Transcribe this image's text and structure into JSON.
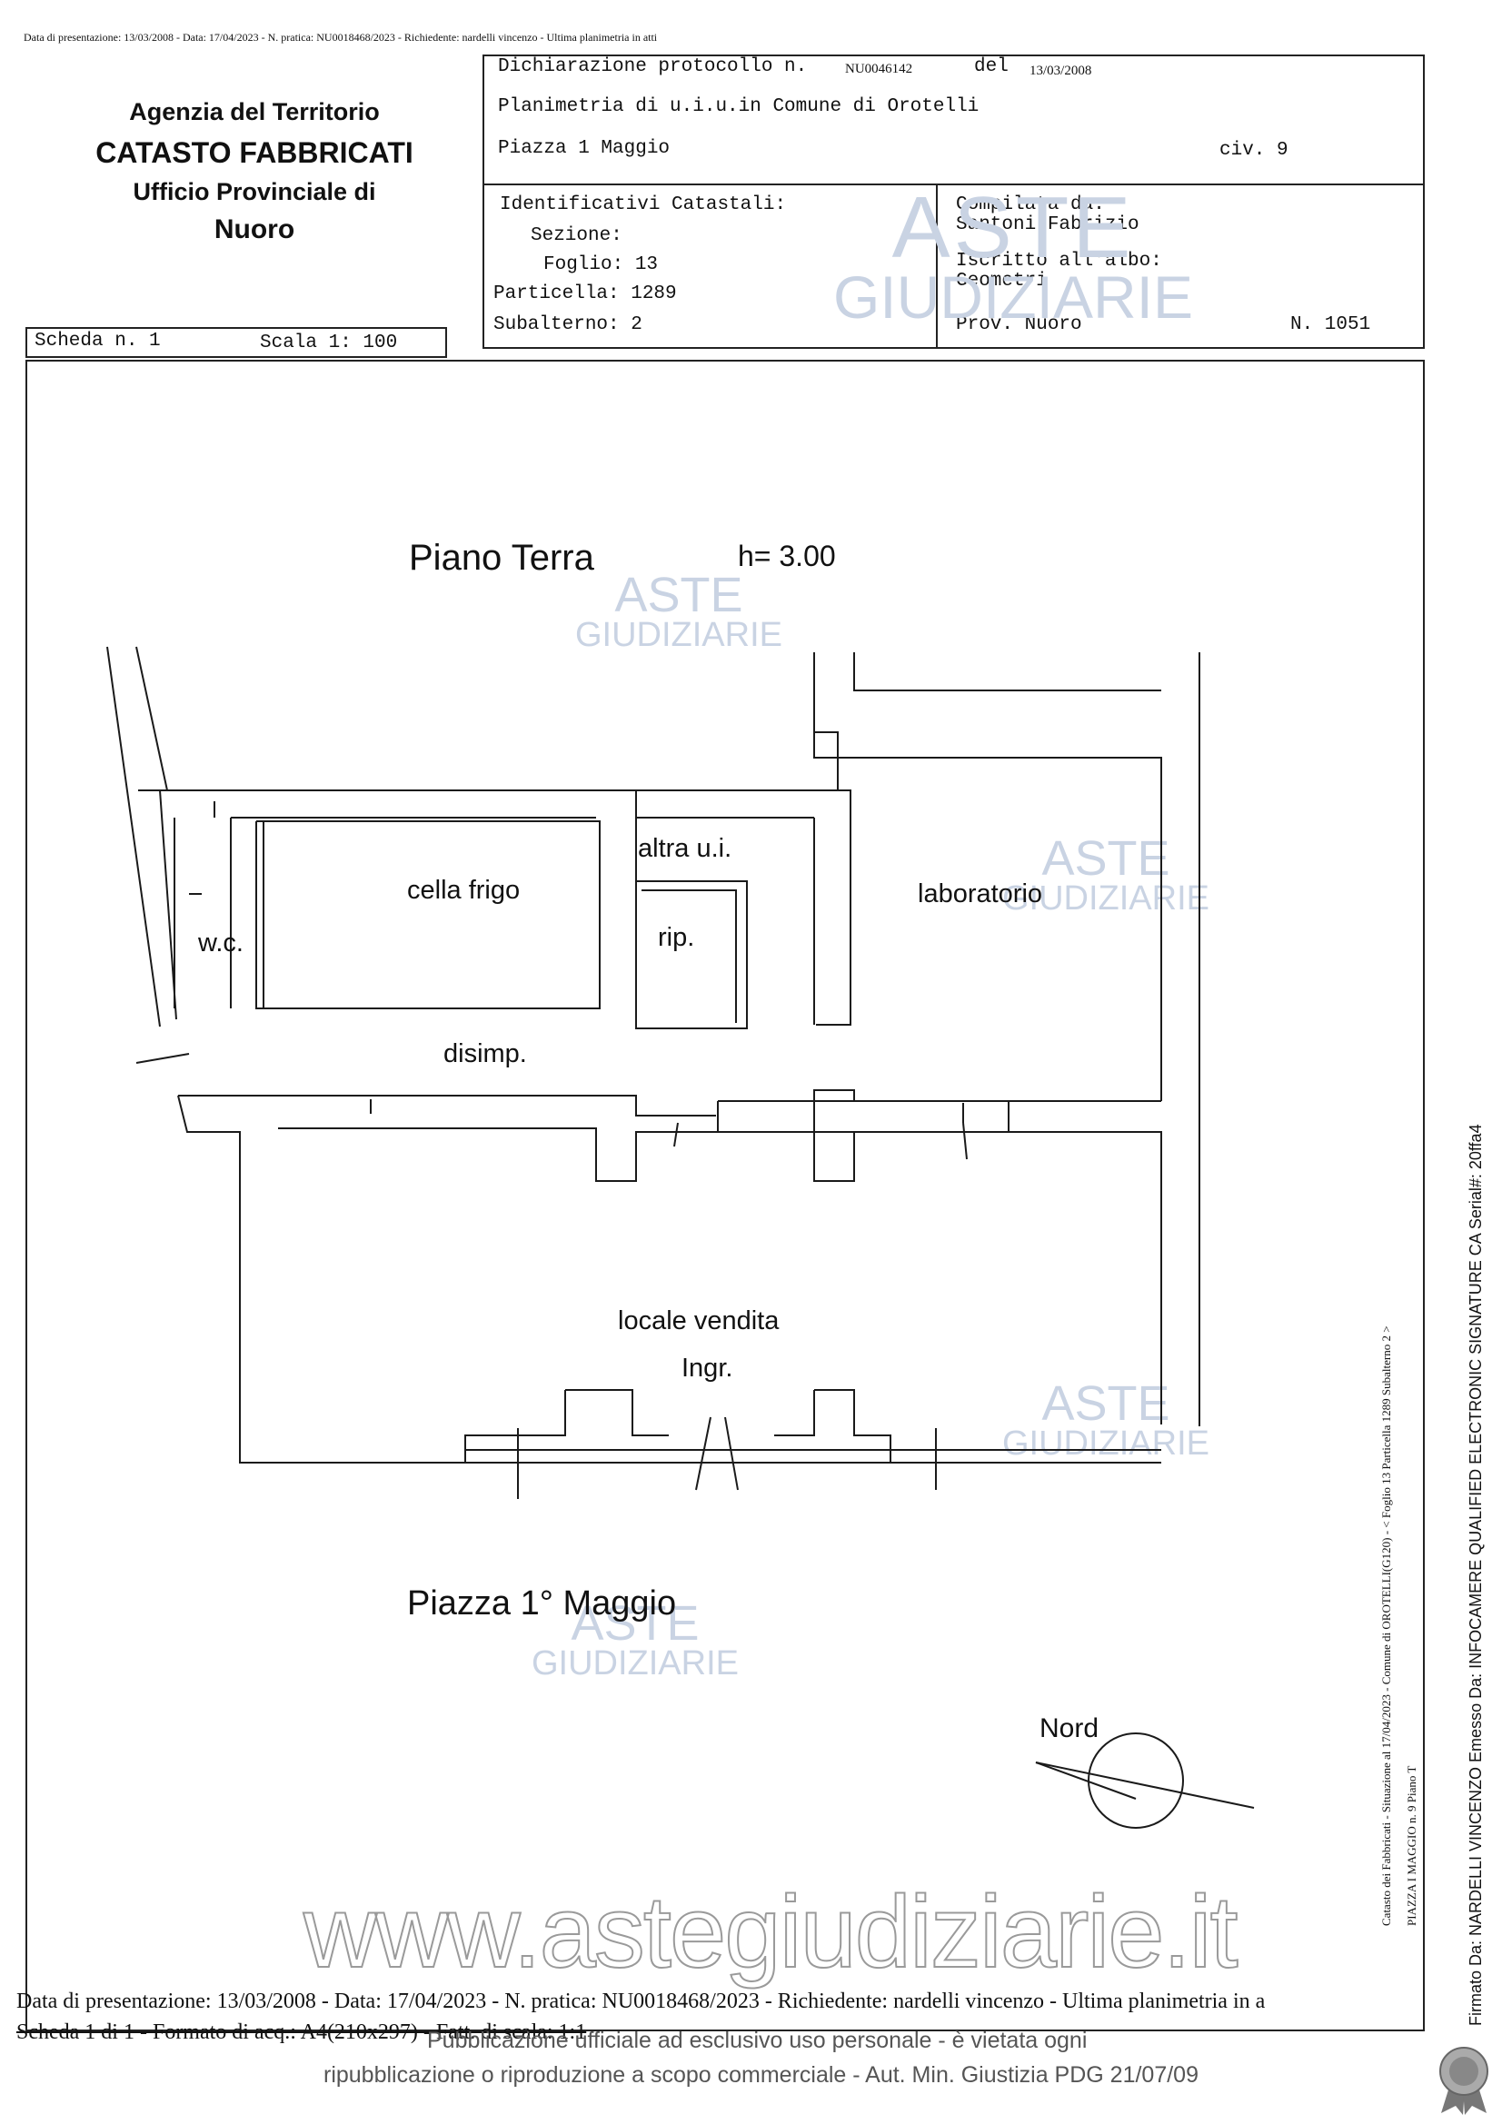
{
  "top_line": "Data di presentazione: 13/03/2008 - Data: 17/04/2023 - N. pratica: NU0018468/2023 - Richiedente: nardelli vincenzo - Ultima planimetria in atti",
  "agency": {
    "line1": "Agenzia del Territorio",
    "line2": "CATASTO FABBRICATI",
    "line3": "Ufficio Provinciale di",
    "line4": "Nuoro"
  },
  "header": {
    "dichiarazione_label": "Dichiarazione protocollo n.",
    "protocollo": "NU0046142",
    "del_label": "del",
    "del_date": "13/03/2008",
    "planimetria": "Planimetria di u.i.u.in Comune di Orotelli",
    "address": "Piazza 1 Maggio",
    "civ": "civ. 9"
  },
  "identificativi": {
    "title": "Identificativi Catastali:",
    "sezione": "Sezione:",
    "foglio": "Foglio: 13",
    "particella": "Particella: 1289",
    "subalterno": "Subalterno: 2"
  },
  "compilata": {
    "title": "Compilata da:",
    "name": "Santoni Fabrizio",
    "iscritto": "Iscritto all'albo:",
    "albo": "Geometri",
    "prov": "Prov. Nuoro",
    "numero": "N. 1051"
  },
  "scheda": {
    "label": "Scheda n. 1",
    "scala": "Scala 1: 100"
  },
  "plan": {
    "piano": "Piano Terra",
    "height": "h= 3.00",
    "rooms": {
      "cella_frigo": "cella frigo",
      "altra_ui": "altra u.i.",
      "rip": "rip.",
      "laboratorio": "laboratorio",
      "wc": "w.c.",
      "disimp": "disimp.",
      "locale_vendita": "locale vendita",
      "ingr": "Ingr."
    },
    "street": "Piazza 1° Maggio",
    "nord": "Nord"
  },
  "watermark": {
    "line1": "ASTE",
    "line2": "GIUDIZIARIE"
  },
  "website": "www.astegiudiziarie.it",
  "side_text_1": "Catasto dei Fabbricati - Situazione al 17/04/2023 - Comune di OROTELLI(G120) - < Foglio 13 Particella 1289 Subalterno 2 >",
  "side_text_2": "PIAZZA I MAGGIO n. 9 Piano T",
  "side_signature": "Firmato Da: NARDELLI VINCENZO Emesso Da: INFOCAMERE QUALIFIED ELECTRONIC SIGNATURE CA Serial#: 20ffa4",
  "footer": {
    "line1": "Data di presentazione: 13/03/2008 - Data: 17/04/2023 - N. pratica: NU0018468/2023 - Richiedente: nardelli vincenzo - Ultima planimetria in a",
    "line2": "Scheda 1 di 1 - Formato di acq.: A4(210x297) - Fatt. di scala: 1:1",
    "notice1": "Pubblicazione ufficiale ad esclusivo uso personale - è vietata ogni",
    "notice2": "ripubblicazione o riproduzione a scopo commerciale - Aut. Min. Giustizia PDG 21/07/09"
  }
}
